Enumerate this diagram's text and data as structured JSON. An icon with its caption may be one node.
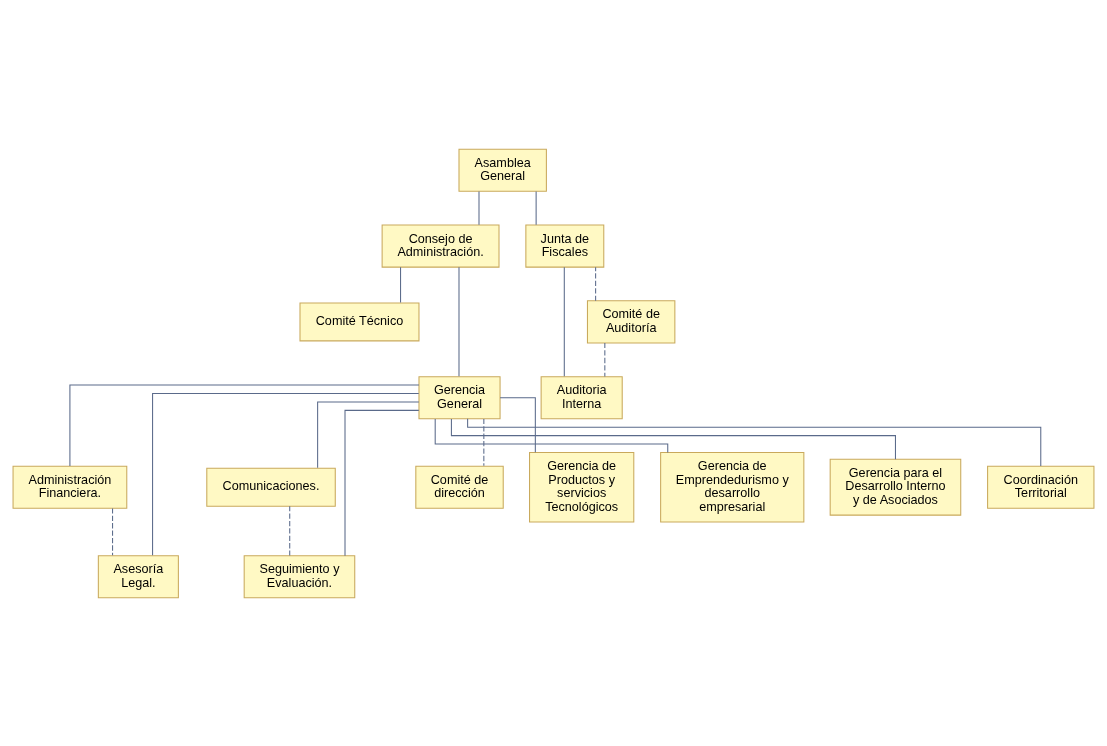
{
  "diagram": {
    "nodes": [
      {
        "text": [
          "Asamblea General"
        ]
      },
      {
        "text": [
          "Consejo de Administración."
        ]
      },
      {
        "text": [
          "Junta de Fiscales"
        ]
      },
      {
        "text": [
          "Comité Técnico"
        ]
      },
      {
        "text": [
          "Comité de Auditoría"
        ]
      },
      {
        "text": [
          "Gerencia General"
        ]
      },
      {
        "text": [
          "Auditoria Interna"
        ]
      },
      {
        "text": [
          "Administración Financiera."
        ]
      },
      {
        "text": [
          "Asesoría Legal."
        ]
      },
      {
        "text": [
          "Comunicaciones."
        ]
      },
      {
        "text": [
          "Seguimiento y Evaluación."
        ]
      },
      {
        "text": [
          "Comité de dirección"
        ]
      },
      {
        "text": [
          "Gerencia de Productos y servicios Tecnológicos"
        ]
      },
      {
        "text": [
          "Gerencia de Emprendedurismo y desarrollo empresarial"
        ]
      },
      {
        "text": [
          "Gerencia para el Desarrollo Interno y de Asociados"
        ]
      },
      {
        "text": [
          "Coordinación Territorial"
        ]
      }
    ],
    "edges": [
      {
        "from": 0,
        "to": 1,
        "arrow": "none"
      },
      {
        "from": 0,
        "to": 2,
        "arrow": "none"
      },
      {
        "from": 1,
        "to": 3,
        "arrow": "none"
      },
      {
        "from": 1,
        "to": 5,
        "arrow": "none"
      },
      {
        "from": 2,
        "to": 6,
        "arrow": "none"
      },
      {
        "from": 4,
        "to": 2,
        "arrow": "none",
        "style": "dashed"
      },
      {
        "from": 4,
        "to": 6,
        "arrow": "none",
        "style": "dashed"
      },
      {
        "from": 5,
        "to": 7,
        "arrow": "none"
      },
      {
        "from": 5,
        "to": 8,
        "arrow": "none"
      },
      {
        "from": 5,
        "to": 9,
        "arrow": "none"
      },
      {
        "from": 5,
        "to": 10,
        "arrow": "none"
      },
      {
        "from": 7,
        "to": 8,
        "arrow": "none",
        "style": "dashed"
      },
      {
        "from": 9,
        "to": 10,
        "arrow": "none",
        "style": "dashed"
      },
      {
        "from": 5,
        "to": 11,
        "arrow": "none",
        "style": "dashed"
      },
      {
        "from": 5,
        "to": 12,
        "arrow": "none"
      },
      {
        "from": 5,
        "to": 13,
        "arrow": "none"
      },
      {
        "from": 5,
        "to": 14,
        "arrow": "none"
      },
      {
        "from": 5,
        "to": 15,
        "arrow": "none"
      }
    ]
  }
}
